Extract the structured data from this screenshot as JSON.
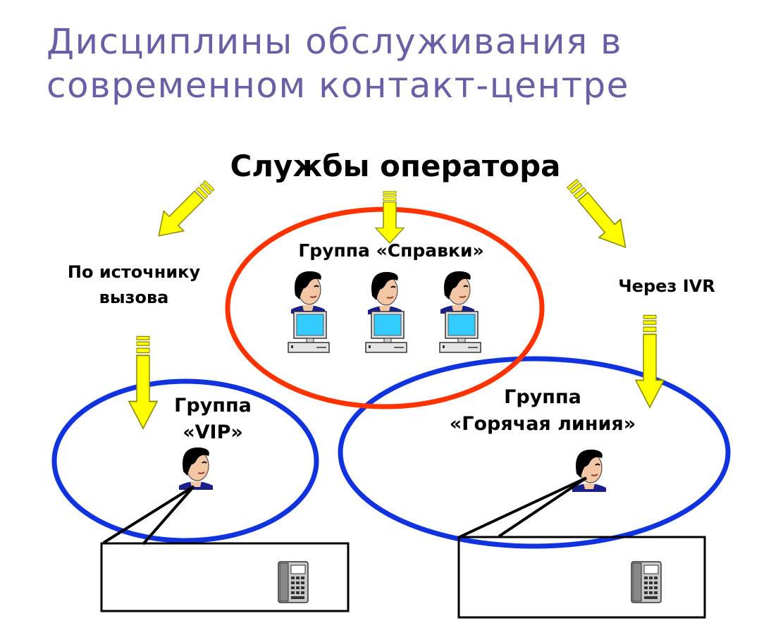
{
  "slide": {
    "title_line1": "Дисциплины обслуживания в",
    "title_line2": "современном контакт-центре"
  },
  "diagram": {
    "root_label": "Службы оператора",
    "branch_source_line1": "По источнику",
    "branch_source_line2": "вызова",
    "branch_ivr": "Через IVR",
    "group_help": "Группа «Справки»",
    "group_vip_line1": "Группа",
    "group_vip_line2": "«VIP»",
    "group_hot_line1": "Группа",
    "group_hot_line2": "«Горячая линия»"
  },
  "colors": {
    "title": "#6a5fa5",
    "arrow_fill": "#ffff00",
    "arrow_stroke": "#8a8a00",
    "ellipse_help": "#ff3300",
    "ellipse_groups": "#1133dd",
    "monitor_screen": "#33ccff"
  },
  "icons": [
    "operator-icon",
    "computer-icon",
    "telephone-icon",
    "arrow-icon"
  ]
}
